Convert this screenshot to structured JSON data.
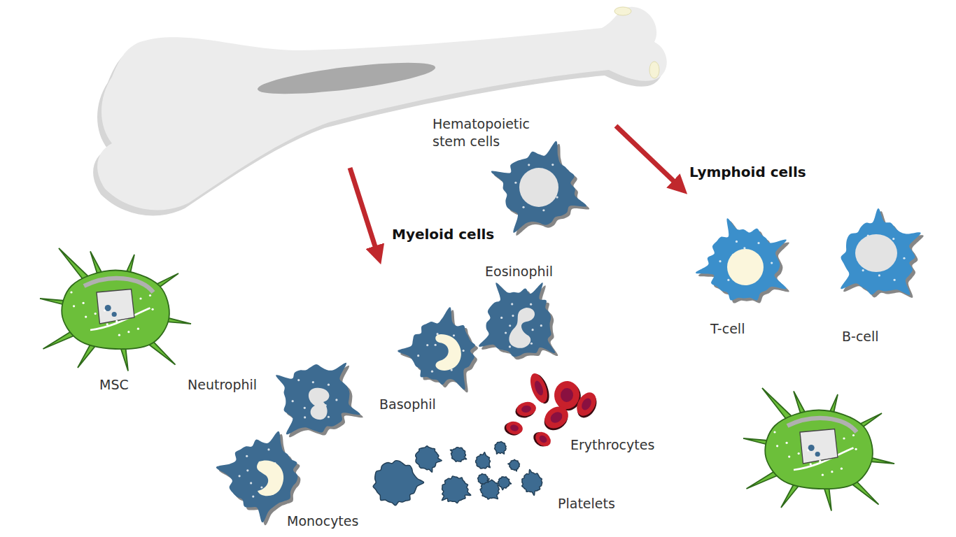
{
  "diagram": {
    "nodes": [
      {
        "text": [
          "Hematopoietic stem cells"
        ]
      },
      {
        "text": [
          "MSC"
        ]
      },
      {
        "text": [
          "Neutrophil"
        ]
      },
      {
        "text": [
          "Monocytes"
        ]
      },
      {
        "text": [
          "Basophil"
        ]
      },
      {
        "text": [
          "Eosinophil"
        ]
      },
      {
        "text": [
          "Erythrocytes"
        ]
      },
      {
        "text": [
          "Platelets"
        ]
      },
      {
        "text": [
          "T-cell"
        ]
      },
      {
        "text": [
          "B-cell"
        ]
      }
    ],
    "labels": [
      "Myeloid cells",
      "Lymphoid cells"
    ]
  }
}
